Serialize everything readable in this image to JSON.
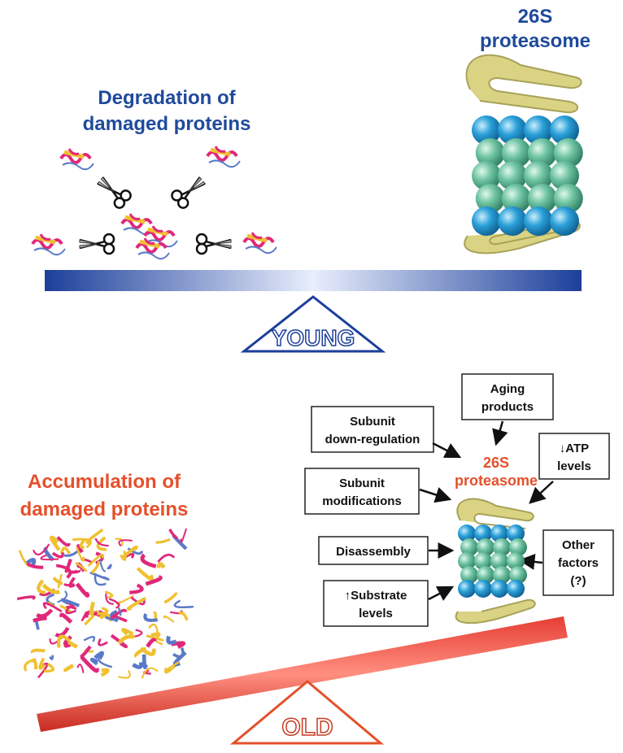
{
  "top": {
    "proteasome_line1": "26S",
    "proteasome_line2": "proteasome",
    "degradation_line1": "Degradation of",
    "degradation_line2": "damaged proteins",
    "balance_label": "YOUNG"
  },
  "bottom": {
    "accumulation_line1": "Accumulation of",
    "accumulation_line2": "damaged proteins",
    "proteasome_line1": "26S",
    "proteasome_line2": "proteasome",
    "balance_label": "OLD"
  },
  "factors": {
    "aging_products": [
      "Aging",
      "products"
    ],
    "subunit_downregulation": [
      "Subunit",
      "down-regulation"
    ],
    "atp_levels": [
      "↓ATP",
      "levels"
    ],
    "subunit_modifications": [
      "Subunit",
      "modifications"
    ],
    "disassembly": [
      "Disassembly"
    ],
    "other_factors": [
      "Other",
      "factors",
      "(?)"
    ],
    "substrate_levels": [
      "↑Substrate",
      "levels"
    ]
  },
  "colors": {
    "title_blue": "#1f4a9c",
    "title_red": "#e4502b",
    "beam_blue": "#1c3f9a",
    "beam_red": "#e53d33",
    "proteasome_cap": "#d9d383",
    "proteasome_blue_sphere": "#2a9fd8",
    "proteasome_green_sphere": "#6fc4a2",
    "protein_pink": "#e0287a",
    "protein_yellow": "#f0c030",
    "protein_blue": "#5a7ac8"
  }
}
